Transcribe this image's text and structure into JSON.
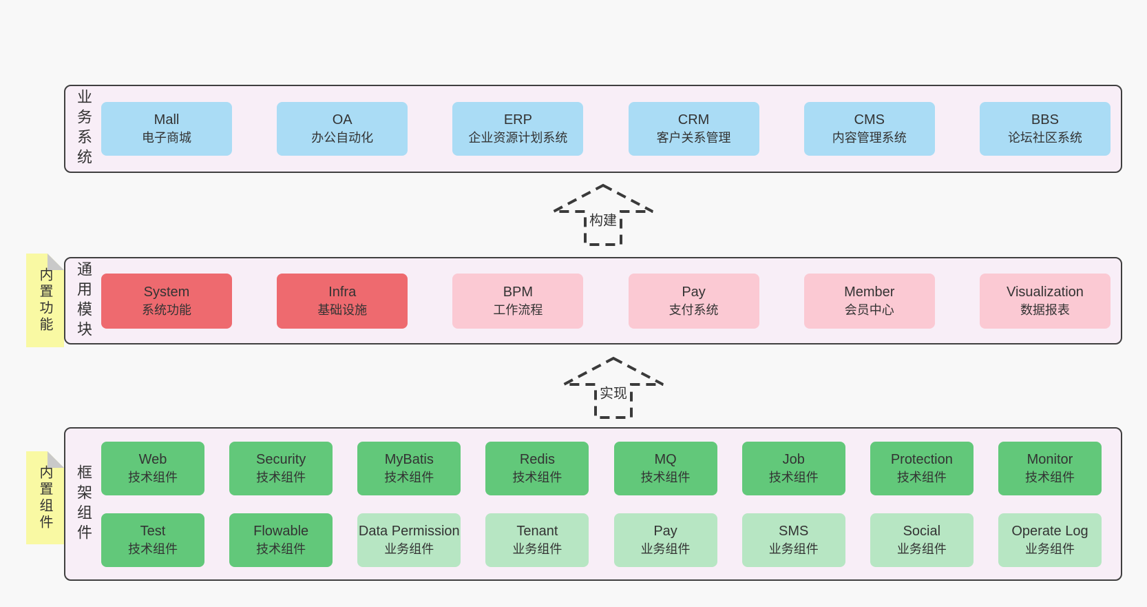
{
  "colors": {
    "blue": "#aadcf5",
    "red": "#ee6a6f",
    "pink": "#fbc9d3",
    "green": "#62c87a",
    "lightgreen": "#b7e6c3",
    "band_background": "#f8eef7",
    "band_border": "#3f3f3f",
    "note_yellow": "#f9f9a3",
    "note_fold_gray": "#c9c9c9",
    "page_background": "#f8f8f8",
    "text": "#333333"
  },
  "bands": [
    {
      "label": "业务系统",
      "boxes": [
        {
          "name": "Mall",
          "desc": "电子商城",
          "type": "blue"
        },
        {
          "name": "OA",
          "desc": "办公自动化",
          "type": "blue"
        },
        {
          "name": "ERP",
          "desc": "企业资源计划系统",
          "type": "blue"
        },
        {
          "name": "CRM",
          "desc": "客户关系管理",
          "type": "blue"
        },
        {
          "name": "CMS",
          "desc": "内容管理系统",
          "type": "blue"
        },
        {
          "name": "BBS",
          "desc": "论坛社区系统",
          "type": "blue"
        }
      ]
    },
    {
      "label": "通用模块",
      "note": "内置功能",
      "boxes": [
        {
          "name": "System",
          "desc": "系统功能",
          "type": "red"
        },
        {
          "name": "Infra",
          "desc": "基础设施",
          "type": "red"
        },
        {
          "name": "BPM",
          "desc": "工作流程",
          "type": "pink"
        },
        {
          "name": "Pay",
          "desc": "支付系统",
          "type": "pink"
        },
        {
          "name": "Member",
          "desc": "会员中心",
          "type": "pink"
        },
        {
          "name": "Visualization",
          "desc": "数据报表",
          "type": "pink"
        }
      ]
    },
    {
      "label": "框架组件",
      "note": "内置组件",
      "rows": [
        [
          {
            "name": "Web",
            "desc": "技术组件",
            "type": "green"
          },
          {
            "name": "Security",
            "desc": "技术组件",
            "type": "green"
          },
          {
            "name": "MyBatis",
            "desc": "技术组件",
            "type": "green"
          },
          {
            "name": "Redis",
            "desc": "技术组件",
            "type": "green"
          },
          {
            "name": "MQ",
            "desc": "技术组件",
            "type": "green"
          },
          {
            "name": "Job",
            "desc": "技术组件",
            "type": "green"
          },
          {
            "name": "Protection",
            "desc": "技术组件",
            "type": "green"
          },
          {
            "name": "Monitor",
            "desc": "技术组件",
            "type": "green"
          }
        ],
        [
          {
            "name": "Test",
            "desc": "技术组件",
            "type": "green"
          },
          {
            "name": "Flowable",
            "desc": "技术组件",
            "type": "green"
          },
          {
            "name": "Data Permission",
            "desc": "业务组件",
            "type": "lightgreen"
          },
          {
            "name": "Tenant",
            "desc": "业务组件",
            "type": "lightgreen"
          },
          {
            "name": "Pay",
            "desc": "业务组件",
            "type": "lightgreen"
          },
          {
            "name": "SMS",
            "desc": "业务组件",
            "type": "lightgreen"
          },
          {
            "name": "Social",
            "desc": "业务组件",
            "type": "lightgreen"
          },
          {
            "name": "Operate Log",
            "desc": "业务组件",
            "type": "lightgreen"
          }
        ]
      ]
    }
  ],
  "arrows": [
    {
      "label": "构建"
    },
    {
      "label": "实现"
    }
  ]
}
